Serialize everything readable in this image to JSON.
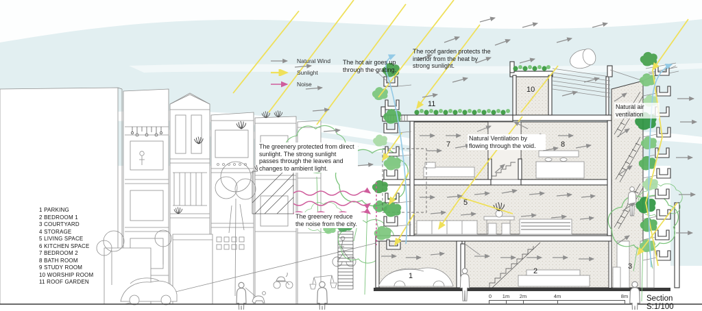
{
  "legend": {
    "natural_wind": "Natural Wind",
    "sunlight": "Sunlight",
    "noise": "Noise"
  },
  "annotations": {
    "hot_air": "The hot air goes up through the grating.",
    "roof_garden": "The roof garden protects the interior from the heat by strong sunlight.",
    "greenery_light": "The greenery protected from direct sunlight. The strong sunlight passes through the leaves and changes to ambient light.",
    "greenery_noise": "The greenery reduce the noise from the city.",
    "void_ventilation": "Natural Ventilation by flowing through the void.",
    "natural_air_ventilation": "Natural air ventilation"
  },
  "rooms": [
    "1 PARKING",
    "2 BEDROOM 1",
    "3 COURTYARD",
    "4 STORAGE",
    "5 LIVING SPACE",
    "6 KITCHEN SPACE",
    "7 BEDROOM 2",
    "8 BATH ROOM",
    "9 STUDY ROOM",
    "10 WORSHIP ROOM",
    "11 ROOF GARDEN"
  ],
  "plan_numbers": {
    "parking": "1",
    "bedroom1": "2",
    "courtyard": "3",
    "living_space": "5",
    "bedroom2": "7",
    "bath_room": "8",
    "worship_room": "10",
    "roof_garden": "11"
  },
  "scale_bar": {
    "ticks": [
      "0",
      "1m",
      "2m",
      "4m",
      "8m"
    ]
  },
  "drawing_title": "Section S:1/100",
  "colors": {
    "sky": "#e2eff1",
    "wind_arrow": "#8f8f8f",
    "sun_arrow": "#efe05a",
    "noise_arrow": "#cf5d9c",
    "plant_green": "#56b05c",
    "airflow_blue": "#93cae6"
  }
}
